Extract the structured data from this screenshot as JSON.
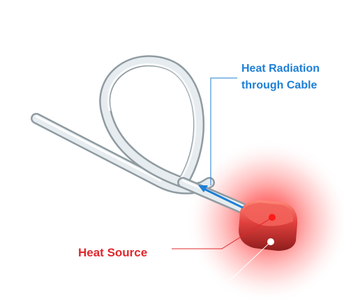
{
  "labels": {
    "heat_radiation_line1": "Heat Radiation",
    "heat_radiation_line2": "through Cable",
    "heat_source": "Heat Source"
  },
  "colors": {
    "radiation_label": "#1e7fd6",
    "heat_source_label": "#e0282d",
    "cable": "#cfd8dc",
    "cable_shadow": "#8f9ba1",
    "probe_tip": "#d93a38",
    "glow": "#ff4a4a",
    "arrow": "#1e7fd6"
  }
}
